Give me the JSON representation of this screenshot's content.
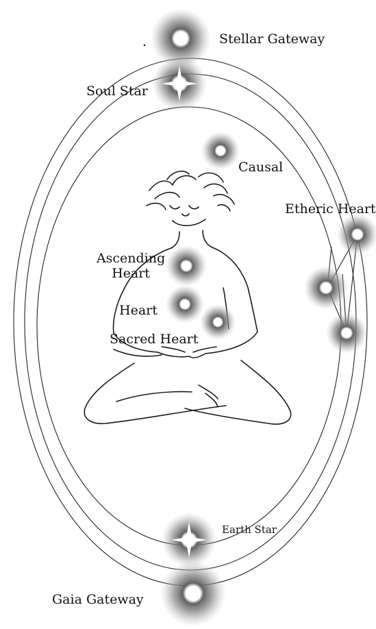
{
  "labels": {
    "stellar_gateway": "Stellar Gateway",
    "soul_star": "Soul Star",
    "causal": "Causal",
    "etheric_heart": "Etheric Heart",
    "ascending_heart_line1": "Ascending",
    "ascending_heart_line2": "Heart",
    "heart": "Heart",
    "sacred_heart": "Sacred Heart",
    "earth_star": "Earth Star",
    "gaia_gateway": "Gaia Gateway"
  },
  "colors": {
    "ink": "#111111",
    "glow": "#9a9a9a",
    "background": "#ffffff"
  },
  "icons": {
    "energy_center": "glowing-orb-icon",
    "star_center": "sparkle-star-icon",
    "figure": "meditating-figure-illustration"
  }
}
